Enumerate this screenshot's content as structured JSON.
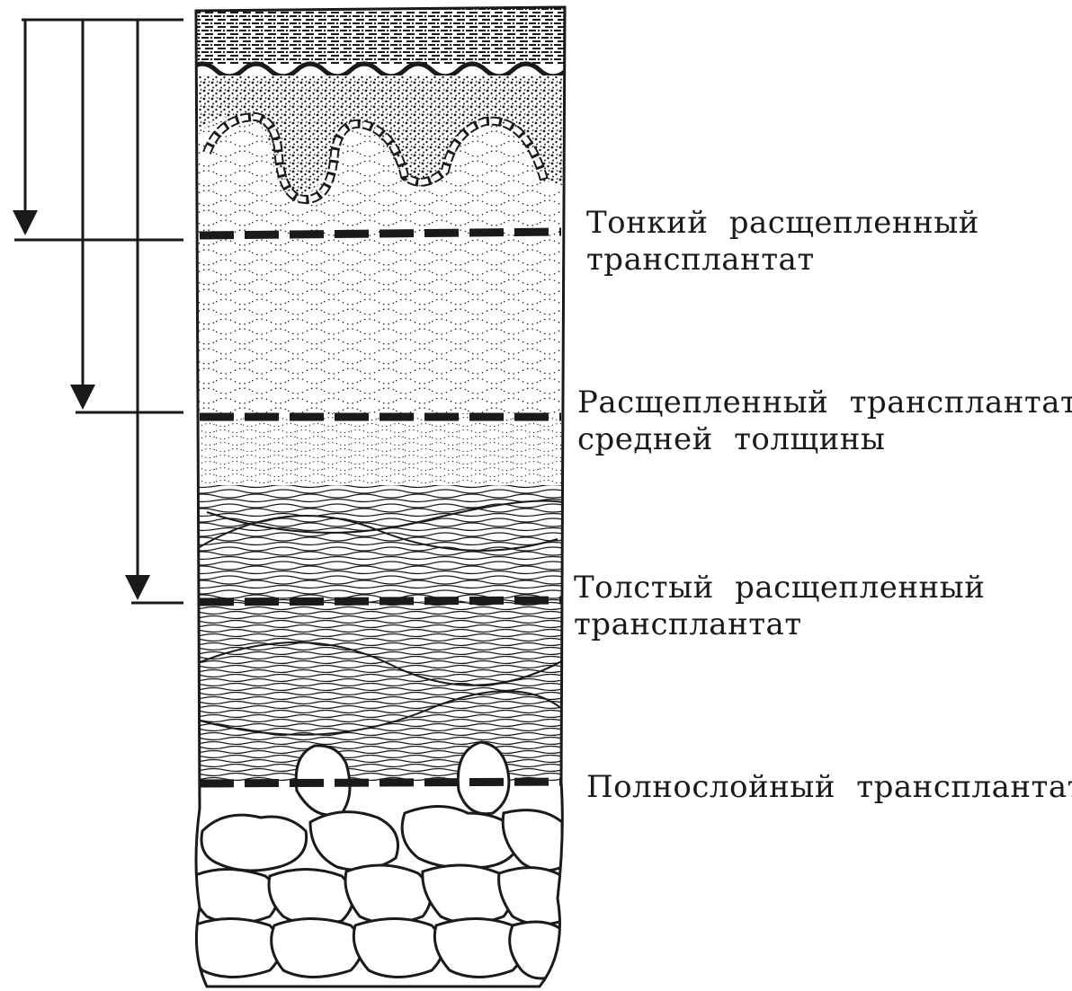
{
  "diagram": {
    "colors": {
      "ink": "#1a1a1a",
      "paper": "#ffffff"
    },
    "levels": [
      {
        "id": "thin",
        "line1": "Тонкий расщепленный",
        "line2": "трансплантат"
      },
      {
        "id": "medium",
        "line1": "Расщепленный трансплантат",
        "line2": "средней толщины"
      },
      {
        "id": "thick",
        "line1": "Толстый расщепленный",
        "line2": "трансплантат"
      },
      {
        "id": "full",
        "line1": "Полнослойный трансплантат",
        "line2": ""
      }
    ]
  }
}
